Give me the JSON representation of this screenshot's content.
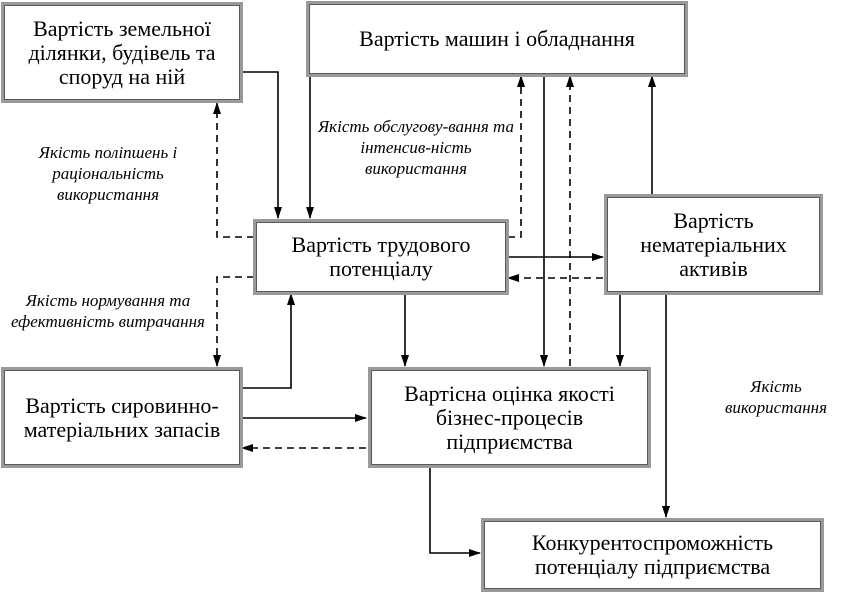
{
  "boxes": {
    "land": "Вартість земельної ділянки, будівель та споруд на ній",
    "machines": "Вартість машин і обладнання",
    "labor": "Вартість трудового потенціалу",
    "intangible": "Вартість нематеріальних активів",
    "materials": "Вартість сировинно-матеріальних запасів",
    "business": "Вартісна оцінка якості бізнес-процесів підприємства",
    "competitive": "Конкурентоспроможність потенціалу підприємства"
  },
  "labels": {
    "improvement": "Якість поліпшень і раціональність використання",
    "service": "Якість обслугову-вання та інтенсив-ність використання",
    "rationing": "Якість нормування та ефективність витрачання",
    "usage": "Якість використання"
  }
}
